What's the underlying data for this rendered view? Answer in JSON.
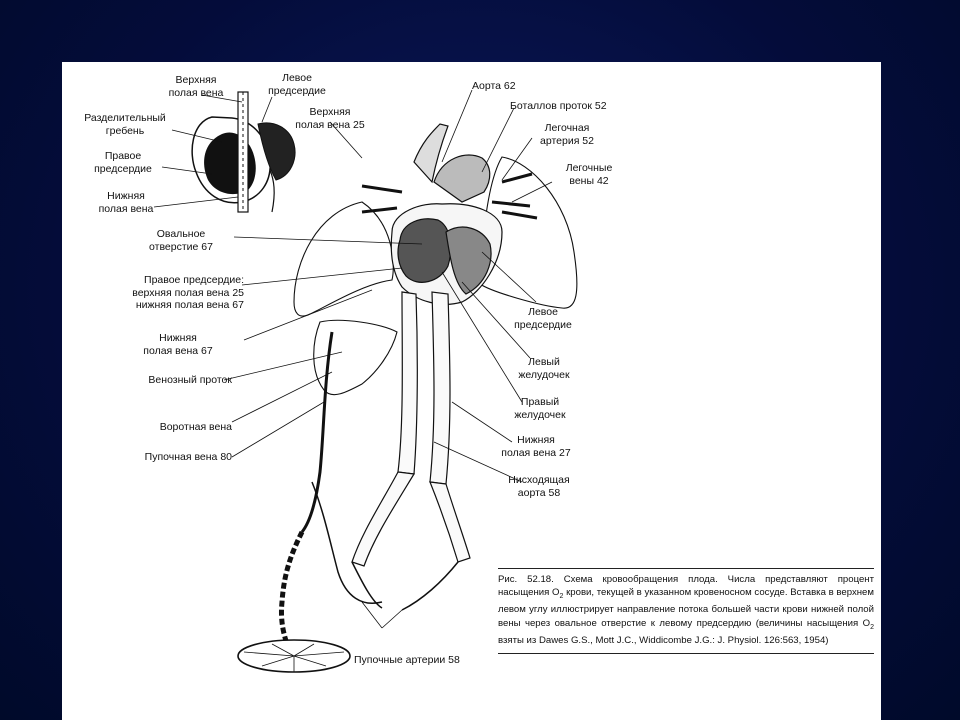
{
  "labels": {
    "svc_top": "Верхняя\nполая вена",
    "left_atrium_inset": "Левое\nпредсердие",
    "septum": "Разделительный\nгребень",
    "right_atrium_inset": "Правое\nпредсердие",
    "ivc_inset": "Нижняя\nполая вена",
    "svc_25": "Верхняя\nполая вена 25",
    "aorta": "Аорта 62",
    "ductus_arteriosus": "Боталлов проток 52",
    "pulmonary_artery": "Легочная\nартерия 52",
    "pulmonary_veins": "Легочные\nвены 42",
    "foramen_ovale": "Овальное\nотверстие 67",
    "right_atrium_mix": "Правое предсердие:\nверхняя полая вена 25\nнижняя полая вена 67",
    "ivc_67": "Нижняя\nполая вена 67",
    "ductus_venosus": "Венозный проток",
    "portal_vein": "Воротная вена",
    "umbilical_vein": "Пупочная вена 80",
    "left_atrium": "Левое\nпредсердие",
    "left_ventricle": "Левый\nжелудочек",
    "right_ventricle": "Правый\nжелудочек",
    "ivc_27": "Нижняя\nполая вена 27",
    "descending_aorta": "Нисходящая\nаорта 58",
    "umbilical_arteries": "Пупочные артерии 58"
  },
  "caption": {
    "prefix": "Рис. 52.18. Схема кровообращения плода. Числа представляют процент насыщения О",
    "sub": "2",
    "middle": " крови, текущей в указанном кровеносном сосуде. Вставка в верхнем левом углу иллюстрирует направление потока большей части крови нижней полой вены через овальное отверстие к левому предсердию (величины насыщения О",
    "sub2": "2",
    "suffix": " взяты из Dawes G.S., Mott J.C., Widdicombe J.G.: J. Physiol. 126:563, 1954)"
  }
}
